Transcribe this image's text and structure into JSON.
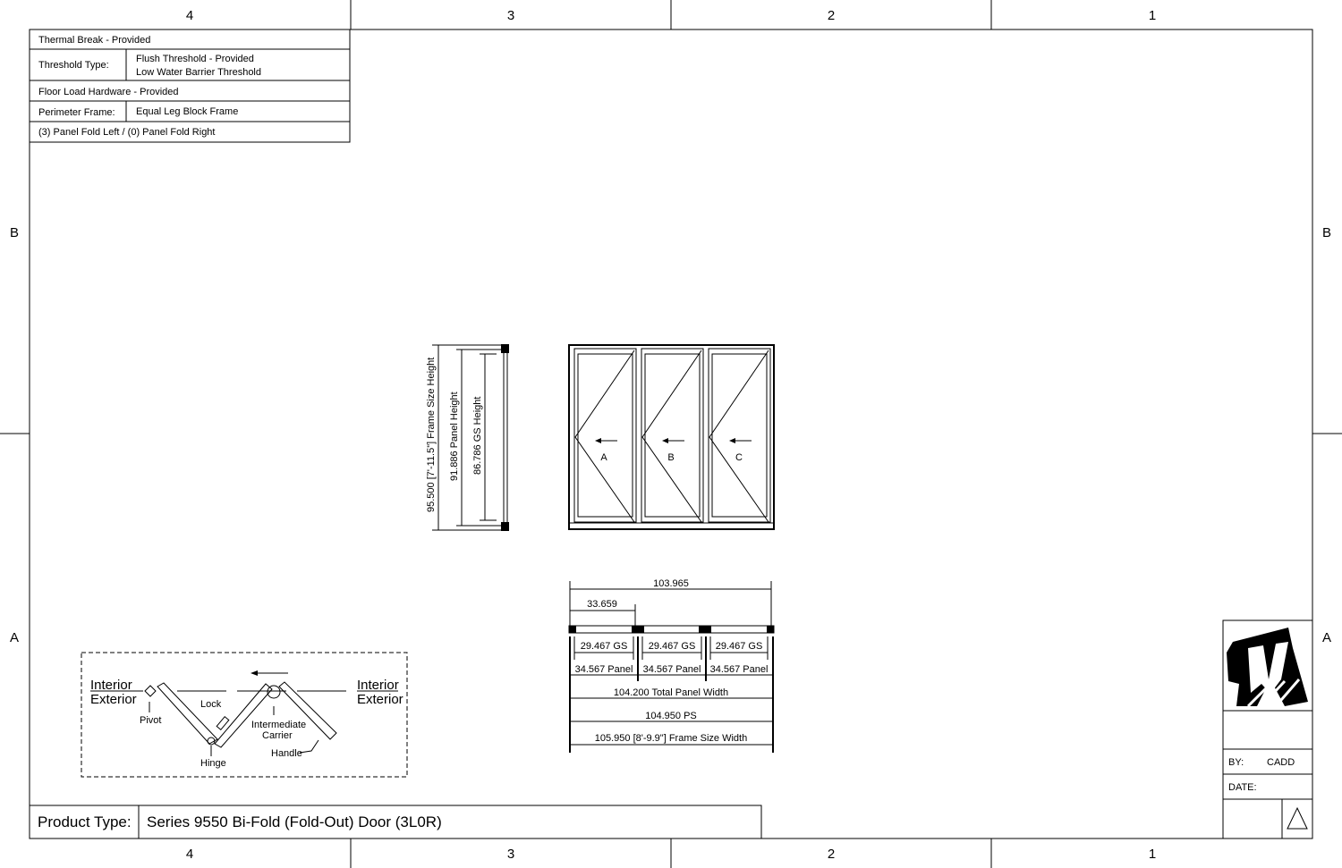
{
  "grid": {
    "columns": [
      "4",
      "3",
      "2",
      "1"
    ],
    "rows": [
      "B",
      "A"
    ]
  },
  "spec_table": {
    "thermal_break": "Thermal Break - Provided",
    "threshold_label": "Threshold Type:",
    "threshold_value": "Flush Threshold - Provided",
    "threshold_overlap": "Low Water Barrier Threshold",
    "floor_load": "Floor Load Hardware - Provided",
    "frame_label": "Perimeter Frame:",
    "frame_value": "Equal Leg Block Frame",
    "fold": "(3) Panel Fold Left / (0) Panel Fold Right"
  },
  "section": {
    "frame_height": "95.500 [7'-11.5\"] Frame Size Height",
    "panel_height": "91.886 Panel Height",
    "gs_height": "86.786 GS Height"
  },
  "elevation": {
    "panels": [
      "A",
      "B",
      "C"
    ]
  },
  "plan": {
    "overall": "103.965",
    "first": "33.659",
    "gs": [
      "29.467 GS",
      "29.467 GS",
      "29.467 GS"
    ],
    "panel": [
      "34.567 Panel",
      "34.567 Panel",
      "34.567 Panel"
    ],
    "total_panel": "104.200 Total Panel Width",
    "ps": "104.950 PS",
    "frame_width": "105.950 [8'-9.9\"] Frame Size Width"
  },
  "swing": {
    "interior": "Interior",
    "exterior": "Exterior",
    "pivot": "Pivot",
    "lock": "Lock",
    "hinge": "Hinge",
    "carrier_1": "Intermediate",
    "carrier_2": "Carrier",
    "handle": "Handle"
  },
  "title_block": {
    "product_label": "Product Type:",
    "product_value": "Series 9550 Bi-Fold (Fold-Out) Door (3L0R)",
    "by_label": "BY:",
    "by_value": "CADD",
    "date_label": "DATE:",
    "logo": "W"
  }
}
